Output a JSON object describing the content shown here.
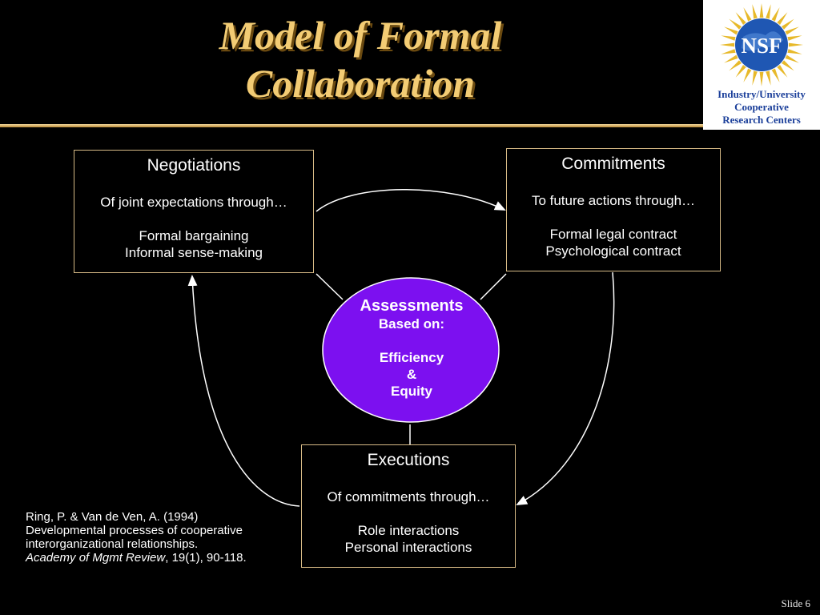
{
  "title": {
    "line1": "Model of Formal",
    "line2": "Collaboration"
  },
  "logo": {
    "mark": "NSF",
    "caption": [
      "Industry/University",
      "Cooperative",
      "Research Centers"
    ],
    "colors": {
      "ring": "#e7b92a",
      "globe": "#1f57b3",
      "text": "#1b3f9a"
    }
  },
  "negotiations": {
    "heading": "Negotiations",
    "subheading": "Of joint expectations through…",
    "items": [
      "Formal bargaining",
      "Informal sense-making"
    ]
  },
  "commitments": {
    "heading": "Commitments",
    "subheading": "To future actions through…",
    "items": [
      "Formal legal contract",
      "Psychological contract"
    ]
  },
  "executions": {
    "heading": "Executions",
    "subheading": "Of commitments through…",
    "items": [
      "Role interactions",
      "Personal interactions"
    ]
  },
  "assessments": {
    "heading": "Assessments",
    "based_on": "Based on:",
    "criteria": [
      "Efficiency",
      "&",
      "Equity"
    ],
    "fill_color": "#7c10f0"
  },
  "citation": {
    "authors": "Ring, P. & Van de Ven, A. (1994)",
    "title_line1": "Developmental processes of cooperative",
    "title_line2": "interorganizational relationships.",
    "journal": "Academy of Mgmt Review",
    "details": ", 19(1), 90-118."
  },
  "slide_label": "Slide 6",
  "colors": {
    "background": "#000000",
    "title": "#f3cc74",
    "box_border": "#d7ba86"
  }
}
